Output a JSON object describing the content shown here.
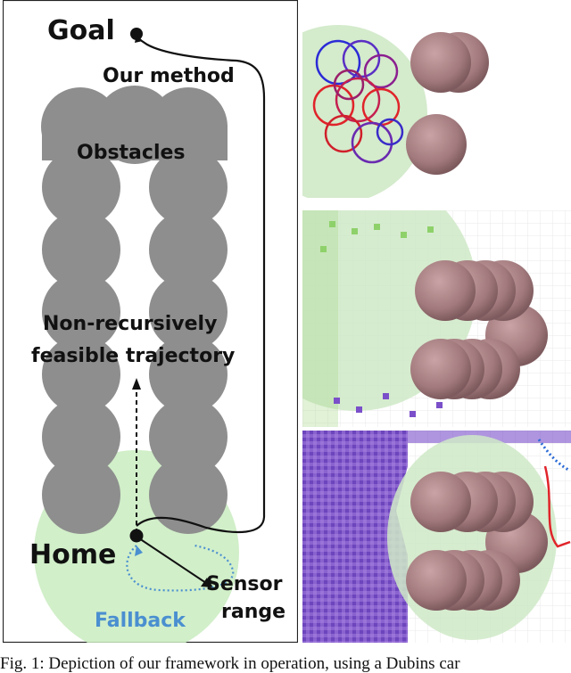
{
  "figure": {
    "labels": {
      "goal": "Goal",
      "our_method": "Our method",
      "obstacles": "Obstacles",
      "non_recursive_line1": "Non-recursively",
      "non_recursive_line2": "feasible trajectory",
      "home": "Home",
      "sensor_line1": "Sensor",
      "sensor_line2": "range",
      "fallback": "Fallback"
    },
    "colors": {
      "obstacle": "#8e8e8e",
      "sensor_range": "#c9ecc0",
      "fallback": "#4a8fd0",
      "obstacle_sphere": "#a87f82",
      "trajectory_red": "#e0242a",
      "trajectory_blue": "#2b2bd6",
      "point_cloud_purple": "#7a4fc9",
      "point_cloud_green": "#8ed16a"
    }
  },
  "caption": "Fig. 1: Depiction of our framework in operation, using a Dubins car"
}
